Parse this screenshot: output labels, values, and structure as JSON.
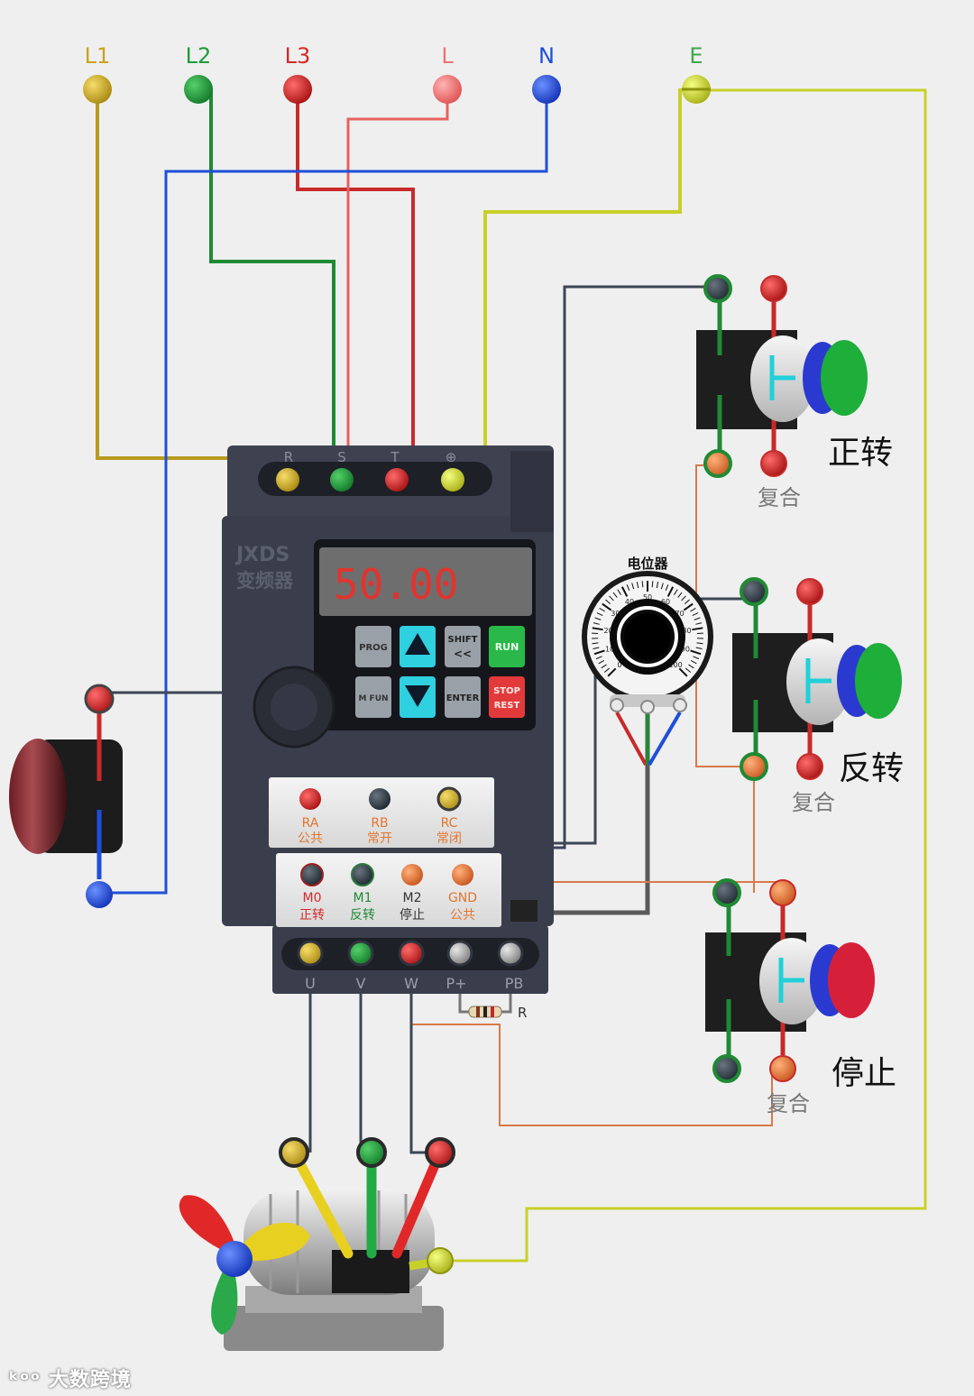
{
  "supply_terminals": [
    {
      "label": "L1",
      "color": "#c9a21e"
    },
    {
      "label": "L2",
      "color": "#1f9a3a"
    },
    {
      "label": "L3",
      "color": "#d62828"
    },
    {
      "label": "L",
      "color": "#f07070"
    },
    {
      "label": "N",
      "color": "#1f4fd8"
    },
    {
      "label": "E",
      "color": "#d4df2a"
    }
  ],
  "inverter": {
    "brand": "JXDS",
    "type_label": "变频器",
    "display_value": "50.00",
    "input_terminals": [
      "R",
      "S",
      "T",
      "⊕"
    ],
    "keys": {
      "prog": "PROG",
      "shift": "SHIFT",
      "shift_sub": "<<",
      "run": "RUN",
      "mfun": "M FUN",
      "enter": "ENTER",
      "stop": "STOP",
      "stop_sub": "REST"
    },
    "relay_terminals": [
      {
        "code": "RA",
        "desc": "公共"
      },
      {
        "code": "RB",
        "desc": "常开"
      },
      {
        "code": "RC",
        "desc": "常闭"
      }
    ],
    "control_terminals": [
      {
        "code": "M0",
        "desc": "正转"
      },
      {
        "code": "M1",
        "desc": "反转"
      },
      {
        "code": "M2",
        "desc": "停止"
      },
      {
        "code": "GND",
        "desc": "公共"
      }
    ],
    "output_terminals": [
      "U",
      "V",
      "W",
      "P+",
      "PB"
    ]
  },
  "resistor_label": "R",
  "potentiometer": {
    "title": "电位器",
    "dial_ticks": [
      "0",
      "10",
      "20",
      "30",
      "40",
      "50",
      "60",
      "70",
      "80",
      "90",
      "100"
    ]
  },
  "buttons": [
    {
      "label": "正转",
      "sub": "复合",
      "cap_color": "#1eae3a"
    },
    {
      "label": "反转",
      "sub": "复合",
      "cap_color": "#1eae3a"
    },
    {
      "label": "停止",
      "sub": "复合",
      "cap_color": "#d6203a"
    }
  ],
  "colors": {
    "wire_yellow": "#b89a1e",
    "wire_green": "#1f8a34",
    "wire_red": "#c82a2a",
    "wire_pink": "#e86060",
    "wire_blue": "#1f4fd8",
    "wire_earth": "#c8d02a",
    "wire_dark": "#3c4656",
    "wire_orange": "#d8794a",
    "inverter_body": "#3a3e4c",
    "display_text": "#e0342e"
  },
  "watermark": "大数跨境"
}
